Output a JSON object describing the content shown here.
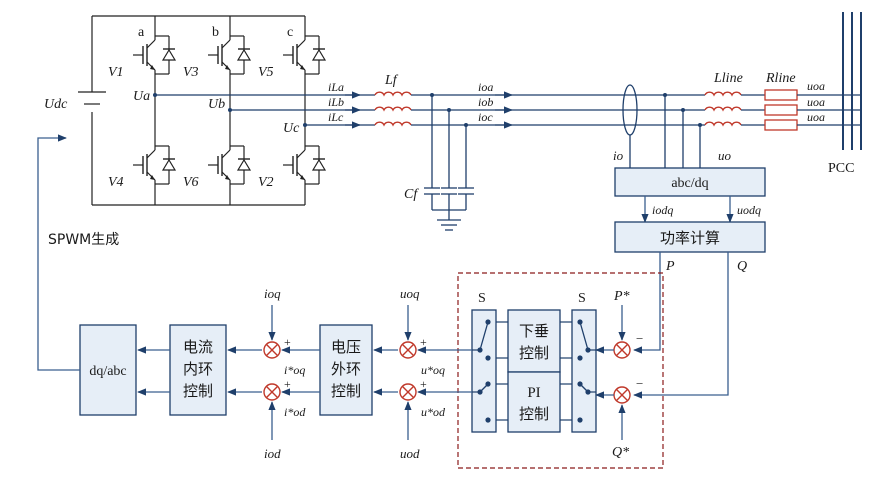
{
  "inverter": {
    "leg_labels": [
      "a",
      "b",
      "c"
    ],
    "top_switches": [
      "V1",
      "V3",
      "V5"
    ],
    "bottom_switches": [
      "V4",
      "V6",
      "V2"
    ],
    "dc_voltage": "Udc",
    "phase_voltages": [
      "Ua",
      "Ub",
      "Uc"
    ]
  },
  "filter": {
    "inductor": "Lf",
    "capacitor": "Cf",
    "inductor_currents": [
      "iLa",
      "iLb",
      "iLc"
    ],
    "output_currents": [
      "ioa",
      "iob",
      "ioc"
    ]
  },
  "line": {
    "inductor": "Lline",
    "resistor": "Rline",
    "voltages": [
      "uoa",
      "uoa",
      "uoa"
    ],
    "pcc": "PCC"
  },
  "measurements": {
    "current": "io",
    "voltage": "uo"
  },
  "blocks": {
    "abc_dq": "abc/dq",
    "power_calc": "功率计算",
    "droop": [
      "下垂",
      "控制"
    ],
    "pi": [
      "PI",
      "控制"
    ],
    "voltage_loop": [
      "电压",
      "外环",
      "控制"
    ],
    "current_loop": [
      "电流",
      "内环",
      "控制"
    ],
    "dq_abc": "dq/abc"
  },
  "signals": {
    "iodq": "iodq",
    "uodq": "uodq",
    "P": "P",
    "Q": "Q",
    "P_ref": "P*",
    "Q_ref": "Q*",
    "uoq_ref": "u*oq",
    "uod_ref": "u*od",
    "uoq": "uoq",
    "uod": "uod",
    "ioq_ref": "i*oq",
    "iod_ref": "i*od",
    "ioq": "ioq",
    "iod": "iod",
    "spwm": "SPWM生成",
    "switch_label": "S"
  },
  "signs": {
    "plus": "+",
    "minus": "−"
  }
}
